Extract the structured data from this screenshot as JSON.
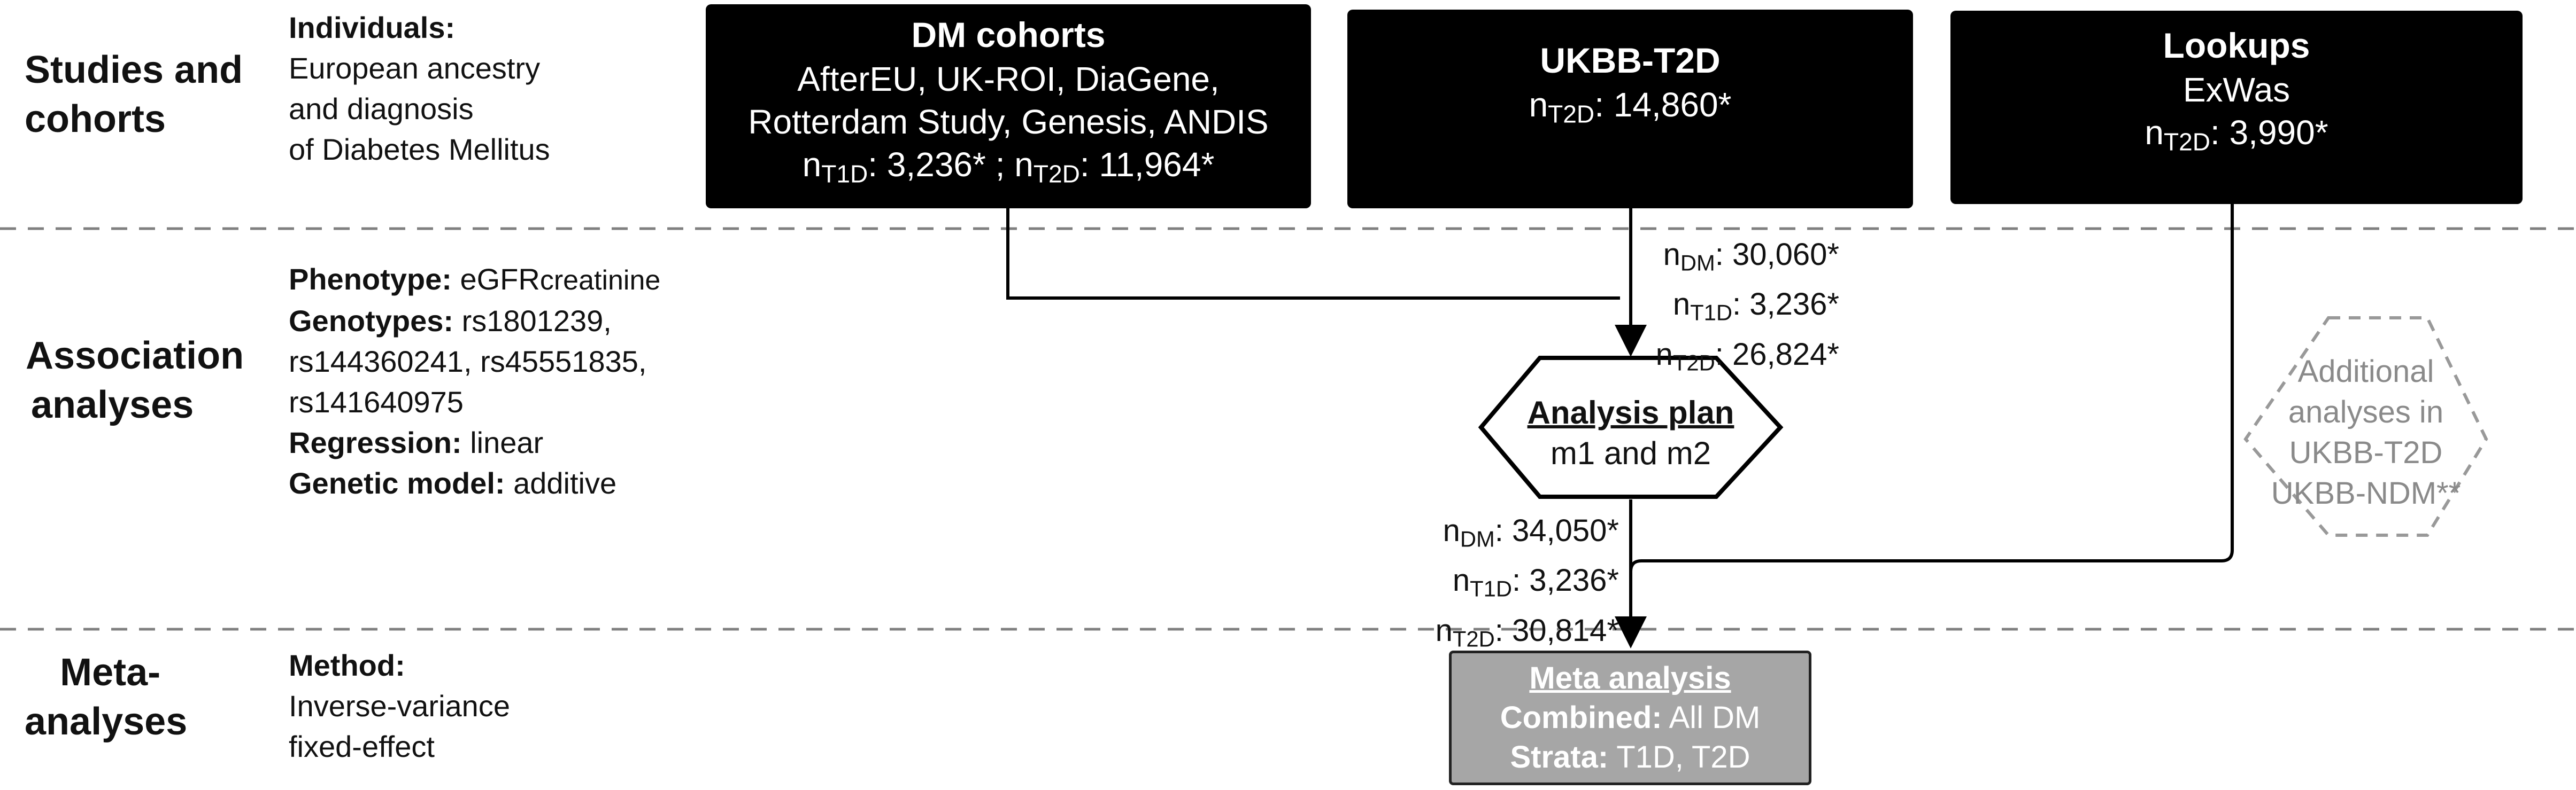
{
  "sections": [
    {
      "id": "studies",
      "label_lines": [
        "Studies and",
        "cohorts"
      ]
    },
    {
      "id": "association",
      "label_lines": [
        "Association",
        "analyses"
      ]
    },
    {
      "id": "meta",
      "label_lines": [
        "Meta-",
        "analyses"
      ]
    }
  ],
  "individuals": {
    "heading": "Individuals:",
    "lines": [
      "European ancestry",
      "and diagnosis",
      "of Diabetes Mellitus"
    ]
  },
  "association_desc": {
    "phenotype_label": "Phenotype:",
    "phenotype_value": " eGFR",
    "phenotype_suffix": "creatinine",
    "genotypes_label": "Genotypes:",
    "genotypes_value": " rs1801239,",
    "genotypes_more": [
      "rs144360241, rs45551835,",
      "rs141640975"
    ],
    "regression_label": "Regression:",
    "regression_value": " linear",
    "model_label": "Genetic model:",
    "model_value": " additive"
  },
  "meta_desc": {
    "heading": "Method:",
    "lines": [
      "Inverse-variance",
      "fixed-effect"
    ]
  },
  "boxes": {
    "dm": {
      "title": "DM cohorts",
      "line1": "AfterEU, UK-ROI, DiaGene,",
      "line2": "Rotterdam Study, Genesis, ANDIS",
      "n_prefix": "n",
      "t1d_sub": "T1D",
      "t1d_val": ":  3,236* ; ",
      "t2d_sub": "T2D",
      "t2d_val": ": 11,964*"
    },
    "ukbb": {
      "title": "UKBB-T2D",
      "n_prefix": "n",
      "t2d_sub": "T2D",
      "t2d_val": ": 14,860*"
    },
    "lookups": {
      "title": "Lookups",
      "line1": "ExWas",
      "n_prefix": "n",
      "t2d_sub": "T2D",
      "t2d_val": ": 3,990*"
    },
    "plan": {
      "title": "Analysis plan",
      "line1": "m1 and m2"
    },
    "meta": {
      "title": "Meta analysis",
      "combined_label": "Combined:",
      "combined_value": " All DM",
      "strata_label": "Strata:",
      "strata_value": " T1D, T2D"
    },
    "additional": {
      "lines": [
        "Additional",
        "analyses in",
        "UKBB-T2D",
        "UKBB-NDM**"
      ]
    }
  },
  "annotations": {
    "upper": [
      {
        "n": "n",
        "sub": "DM",
        "val": ": 30,060*"
      },
      {
        "n": "n",
        "sub": "T1D",
        "val": ": 3,236*"
      },
      {
        "n": "n",
        "sub": "T2D",
        "val": ": 26,824*"
      }
    ],
    "lower": [
      {
        "n": "n",
        "sub": "DM",
        "val": ": 34,050*"
      },
      {
        "n": "n",
        "sub": "T1D",
        "val": ": 3,236*"
      },
      {
        "n": "n",
        "sub": "T2D",
        "val": ": 30,814*"
      }
    ]
  },
  "colors": {
    "black_box": "#000000",
    "meta_box": "#a6a6a6",
    "additional_text": "#8a8a8a",
    "divider": "#808080"
  }
}
